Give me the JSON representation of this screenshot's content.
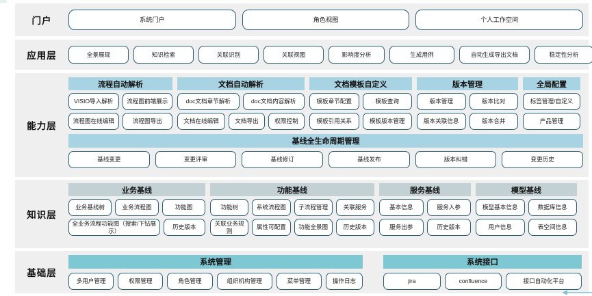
{
  "layers": {
    "portal": {
      "label": "门户",
      "items": [
        "系统门户",
        "角色视图",
        "个人工作空间"
      ]
    },
    "application": {
      "label": "应用层",
      "items": [
        "全景展现",
        "知识检索",
        "关联识别",
        "关联视图",
        "影响度分析",
        "生成用例",
        "自动生成导出文档",
        "稳定性分析"
      ]
    },
    "capability": {
      "label": "能力层",
      "groups": [
        {
          "title": "流程自动解析",
          "rows": [
            [
              "VISIO导入解析",
              "流程图前端展示"
            ],
            [
              "流程图在线编辑",
              "流程图导出"
            ]
          ]
        },
        {
          "title": "文档自动解析",
          "rows": [
            [
              "doc文档章节解析",
              "doc文档内容解析"
            ],
            [
              "文档在线编辑",
              "文档导出",
              "权限控制"
            ]
          ]
        },
        {
          "title": "文档模板自定义",
          "rows": [
            [
              "模板章节配置",
              "模板查询"
            ],
            [
              "模板引用关系",
              "模板版本管理"
            ]
          ]
        },
        {
          "title": "版本管理",
          "rows": [
            [
              "版本管理",
              "版本比对"
            ],
            [
              "版本关联信息",
              "版本合并"
            ]
          ]
        },
        {
          "title": "全局配置",
          "rows": [
            [
              "标签管理/自定义"
            ],
            [
              "产品管理"
            ]
          ]
        }
      ],
      "baseline": {
        "title": "基线全生命周期管理",
        "items": [
          "基线变更",
          "变更评审",
          "基线修订",
          "基线发布",
          "版本纠错",
          "变更历史"
        ]
      }
    },
    "knowledge": {
      "label": "知识层",
      "groups": [
        {
          "title": "业务基线",
          "rows": [
            [
              "业务基线树",
              "业务流程图",
              "功能图"
            ],
            [
              "全业务流程功能图（搜索/下钻展示）",
              "历史版本"
            ]
          ]
        },
        {
          "title": "功能基线",
          "rows": [
            [
              "功能树",
              "系统流程图",
              "子流程管理",
              "关联服务"
            ],
            [
              "关联业务规则",
              "属性可配置",
              "功能全景图",
              "历史版本"
            ]
          ]
        },
        {
          "title": "服务基线",
          "rows": [
            [
              "基本信息",
              "服务入参"
            ],
            [
              "服务出参",
              "历史版本"
            ]
          ]
        },
        {
          "title": "模型基线",
          "rows": [
            [
              "模型基本信息",
              "数据库信息"
            ],
            [
              "用户信息",
              "表空间信息"
            ]
          ]
        }
      ]
    },
    "foundation": {
      "label": "基础层",
      "groups": [
        {
          "title": "系统管理",
          "items": [
            "多用户管理",
            "权限管理",
            "角色管理",
            "组织机构管理",
            "菜单管理",
            "操作日志"
          ]
        },
        {
          "title": "系统接口",
          "items": [
            "jira",
            "confluence",
            "接口自动化平台"
          ]
        }
      ]
    }
  },
  "colors": {
    "band_bg": "#efefef",
    "pill_border": "#2b6079",
    "capability_header": "#a8d3e2",
    "knowledge_header": "#c3d0d4",
    "foundation_header": "#7ec8d4"
  }
}
